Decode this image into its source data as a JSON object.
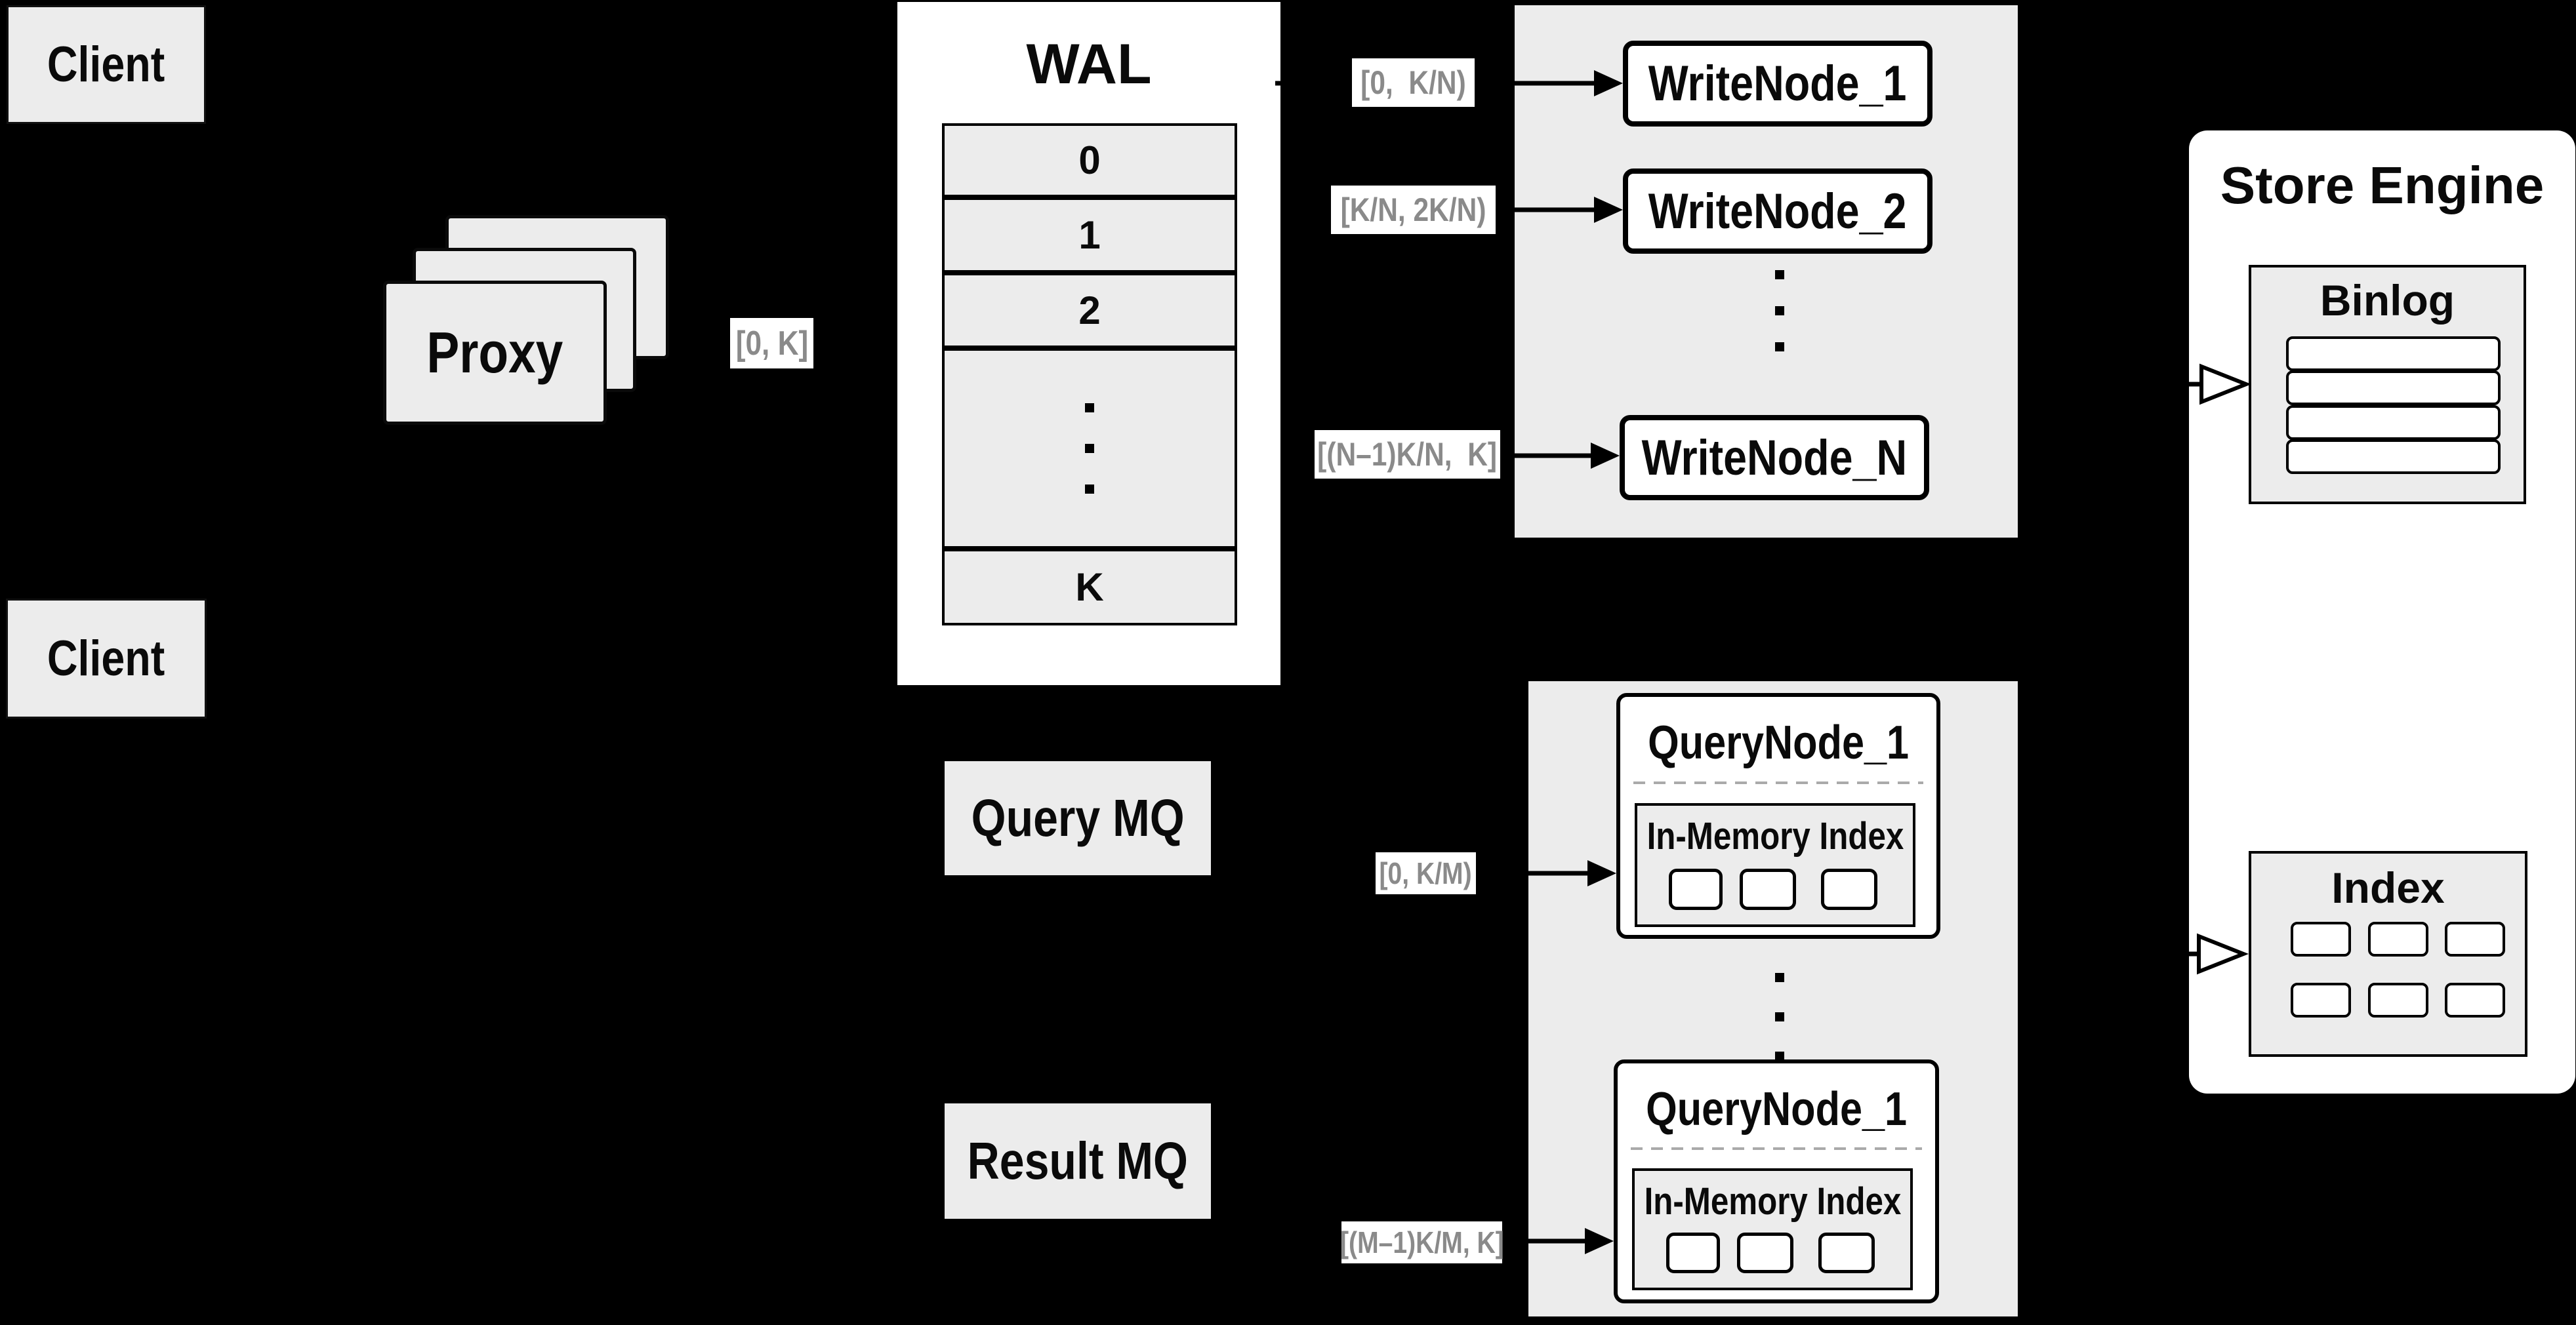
{
  "colors": {
    "background": "#000000",
    "panel_gray": "#ececec",
    "panel_white": "#ffffff",
    "border_black": "#000000",
    "edge_label_text": "#8a8a8a",
    "dashed_divider": "#aaaaaa"
  },
  "clients": {
    "top_label": "Client",
    "bottom_label": "Client"
  },
  "proxy": {
    "label": "Proxy"
  },
  "wal": {
    "title": "WAL",
    "row0": "0",
    "row1": "1",
    "row2": "2",
    "rowK": "K"
  },
  "write_cluster": {
    "node1": "WriteNode_1",
    "node2": "WriteNode_2",
    "nodeN": "WriteNode_N"
  },
  "store_engine": {
    "title": "Store Engine",
    "binlog_title": "Binlog",
    "index_title": "Index"
  },
  "mq": {
    "query_label": "Query MQ",
    "result_label": "Result MQ"
  },
  "query_cluster": {
    "top_title": "QueryNode_1",
    "bottom_title": "QueryNode_1",
    "inmem_label": "In-Memory Index"
  },
  "edge_labels": {
    "client_range": "[0, K]",
    "write1_range": "[0,  K/N)",
    "write2_range": "[K/N, 2K/N)",
    "writeN_range": "[(N–1)K/N,  K]",
    "query1_range": "[0, K/M)",
    "queryM_range": "[(M–1)K/M, K]"
  }
}
